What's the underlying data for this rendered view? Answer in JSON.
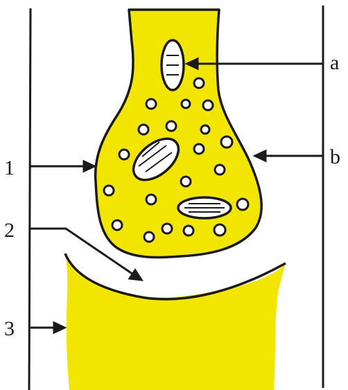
{
  "diagram": {
    "colors": {
      "fill": "#f2e600",
      "outline": "#1a1a1a",
      "background": "#ffffff"
    },
    "labels": {
      "n1": "1",
      "n2": "2",
      "n3": "3",
      "a": "a",
      "b": "b"
    }
  }
}
